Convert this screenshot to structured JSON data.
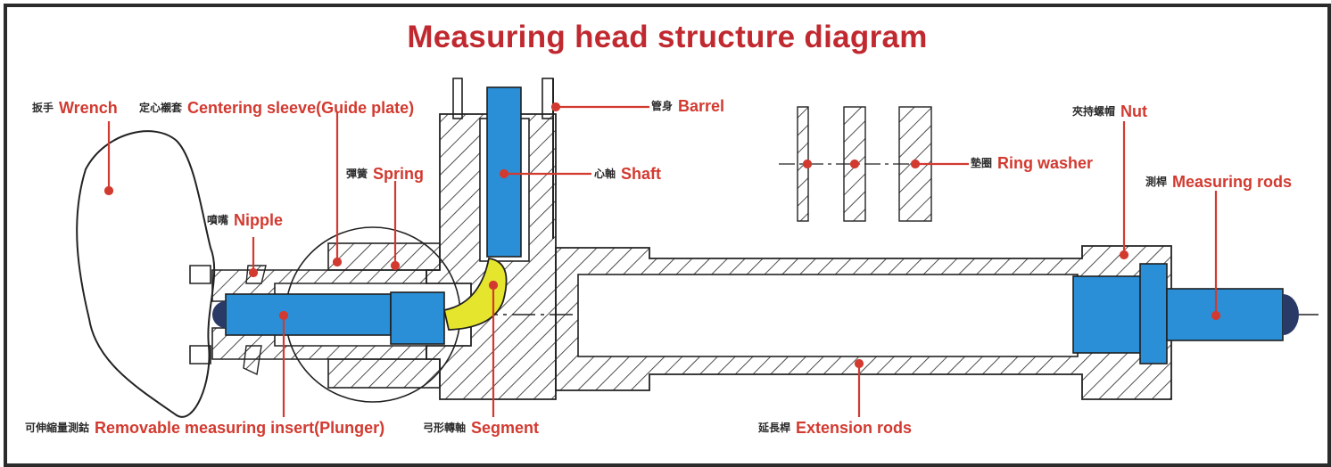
{
  "title": "Measuring head structure diagram",
  "colors": {
    "accent": "#d23a30",
    "part_blue": "#2a8fd6",
    "segment_yellow": "#e6e52e",
    "outline": "#1f1f1f"
  },
  "labels": {
    "wrench": {
      "cn": "扳手",
      "en": "Wrench"
    },
    "centering_sleeve": {
      "cn": "定心襯套",
      "en": "Centering sleeve(Guide plate)"
    },
    "spring": {
      "cn": "彈簧",
      "en": "Spring"
    },
    "nipple": {
      "cn": "噴嘴",
      "en": "Nipple"
    },
    "barrel": {
      "cn": "管身",
      "en": "Barrel"
    },
    "shaft": {
      "cn": "心軸",
      "en": "Shaft"
    },
    "ring_washer": {
      "cn": "墊圈",
      "en": "Ring washer"
    },
    "nut": {
      "cn": "夾持螺帽",
      "en": "Nut"
    },
    "measuring_rods": {
      "cn": "測桿",
      "en": "Measuring rods"
    },
    "insert": {
      "cn": "可伸縮量測鈷",
      "en": "Removable measuring insert(Plunger)"
    },
    "segment": {
      "cn": "弓形轉軸",
      "en": "Segment"
    },
    "extension_rods": {
      "cn": "延長桿",
      "en": "Extension rods"
    }
  }
}
